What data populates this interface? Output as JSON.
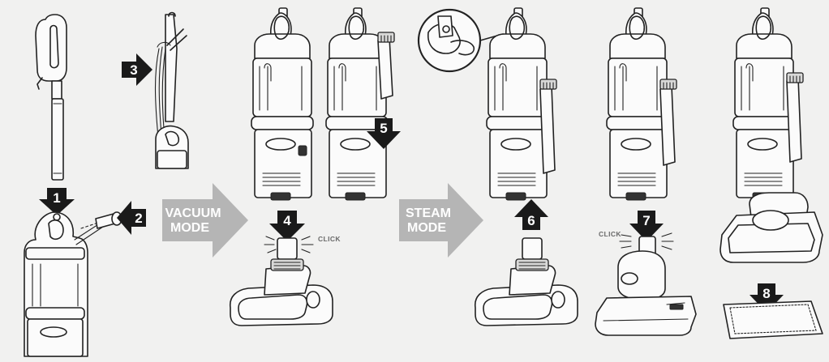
{
  "steps": [
    {
      "num": "1",
      "direction": "down"
    },
    {
      "num": "2",
      "direction": "left"
    },
    {
      "num": "3",
      "direction": "right"
    },
    {
      "num": "4",
      "direction": "down"
    },
    {
      "num": "5",
      "direction": "down"
    },
    {
      "num": "6",
      "direction": "up"
    },
    {
      "num": "7",
      "direction": "down"
    },
    {
      "num": "8",
      "direction": "down"
    }
  ],
  "modes": {
    "vacuum": {
      "line1": "VACUUM",
      "line2": "MODE"
    },
    "steam": {
      "line1": "STEAM",
      "line2": "MODE"
    }
  },
  "sounds": {
    "click_a": "CLICK",
    "click_b": "CLICK"
  },
  "colors": {
    "badge": "#1a1a1a",
    "mode_arrow": "#b5b5b5",
    "background": "#f1f1f0"
  }
}
